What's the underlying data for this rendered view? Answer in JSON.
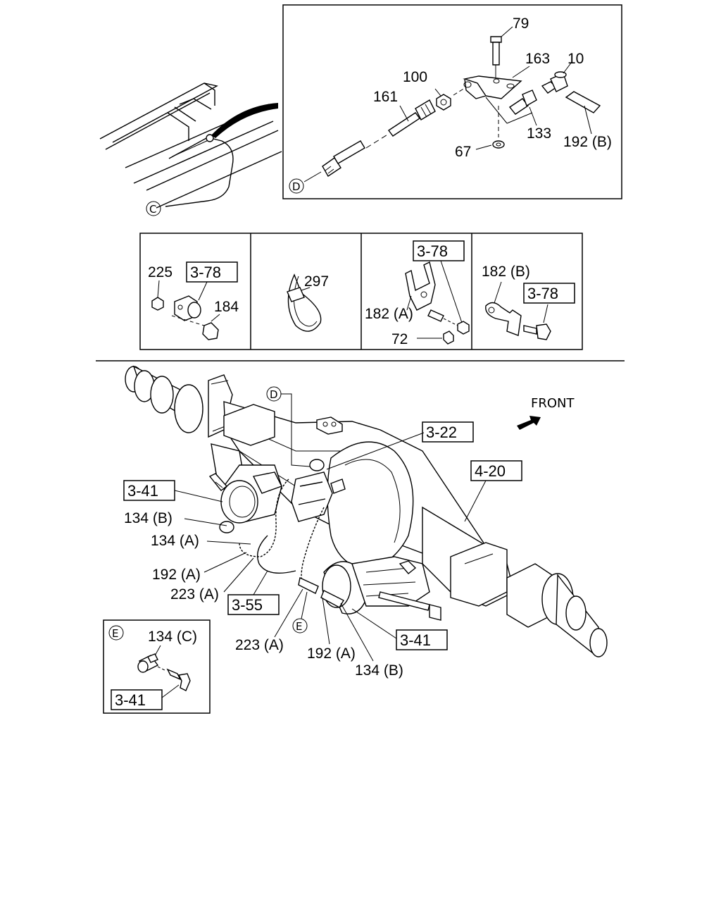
{
  "frame_view": {
    "callout_c": "C"
  },
  "detail_d": {
    "circle_label": "D",
    "parts": {
      "p79": "79",
      "p163": "163",
      "p10": "10",
      "p100": "100",
      "p161": "161",
      "p133": "133",
      "p192b": "192 (B)",
      "p67": "67"
    }
  },
  "clip_panels": {
    "panel1": {
      "p225": "225",
      "ref": "3-78",
      "p184": "184"
    },
    "panel2": {
      "p297": "297"
    },
    "panel3": {
      "ref": "3-78",
      "p182a": "182 (A)",
      "p72": "72"
    },
    "panel4": {
      "p182b": "182 (B)",
      "ref": "3-78"
    }
  },
  "axle_view": {
    "front_label": "FRONT",
    "callout_d": "D",
    "callout_e": "E",
    "refs": {
      "r322": "3-22",
      "r420": "4-20",
      "r341_left": "3-41",
      "r355": "3-55",
      "r341_right": "3-41"
    },
    "parts": {
      "p134b_left": "134 (B)",
      "p134a": "134 (A)",
      "p192a_left": "192 (A)",
      "p223a_left": "223 (A)",
      "p223a_bottom": "223 (A)",
      "p192a_bottom": "192 (A)",
      "p134b_bottom": "134 (B)"
    }
  },
  "detail_e": {
    "circle_label": "E",
    "p134c": "134 (C)",
    "ref": "3-41"
  }
}
